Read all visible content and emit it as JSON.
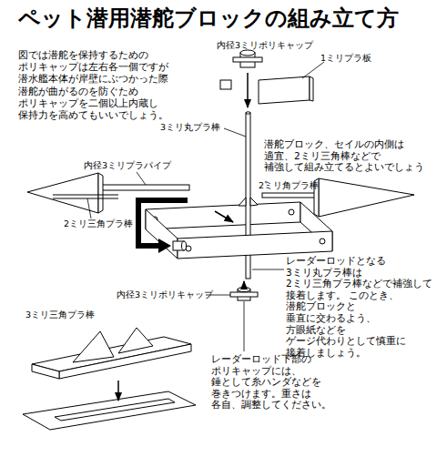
{
  "diagram": {
    "title": "ペット潜用潜舵ブロックの組み立て方",
    "labels": [
      "図では潜舵を保持するための ポリキャップは左右各一個ですが 潜水艦本体が岸壁にぶつかった際 潜舵が曲がるのを防ぐため ポリキャップを二個以上内蔵し 保持力を高めてもいいでしょう。",
      "内径3ミリポリキャップ",
      "1ミリプラ板",
      "3ミリ丸プラ棒",
      "潜舵ブロック、セイルの内側は 適宜、2ミリ三角棒などで 補強して組み立てるとよいでしょう。",
      "内径3ミリプラパイプ",
      "2ミリ三角プラ棒",
      "2ミリ角プラ棒",
      "内径3ミリポリキャップ",
      "レーダーロッドとなる 3ミリ丸プラ棒は 2ミリ三角プラ棒などで補強して 接着します。 このとき、潜舵ブロックと 垂直に交わるよう、方眼紙などを ゲージ代わりとして慎重に 接着しましょう。",
      "3ミリ三角プラ棒",
      "レーダーロッド下部の ポリキャップには、 錘として糸ハンダなどを 巻きつけます。重さは 各自、調整してください。"
    ]
  }
}
